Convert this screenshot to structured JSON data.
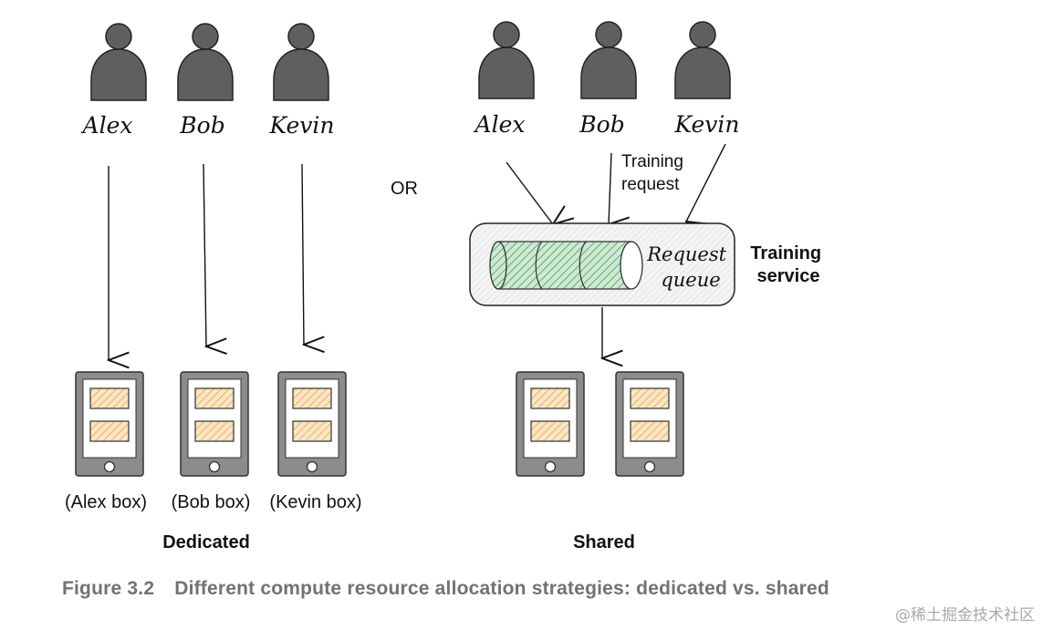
{
  "users": {
    "dedicated": [
      "Alex",
      "Bob",
      "Kevin"
    ],
    "shared": [
      "Alex",
      "Bob",
      "Kevin"
    ]
  },
  "or_label": "OR",
  "training_request_lines": [
    "Training",
    "request"
  ],
  "request_queue_lines": [
    "Request",
    "queue"
  ],
  "training_service_lines": [
    "Training",
    "service"
  ],
  "boxes": [
    "(Alex box)",
    "(Bob box)",
    "(Kevin box)"
  ],
  "section_labels": {
    "dedicated": "Dedicated",
    "shared": "Shared"
  },
  "caption": {
    "number": "Figure 3.2",
    "text": "Different compute resource allocation strategies: dedicated vs. shared"
  },
  "watermark": "@稀土掘金技术社区",
  "colors": {
    "person": "#5f5f5f",
    "box_frame": "#8c8c8c",
    "slot_fill": "#f2c887",
    "queue_fill": "#8fcf9e",
    "caption": "#6f7379"
  }
}
